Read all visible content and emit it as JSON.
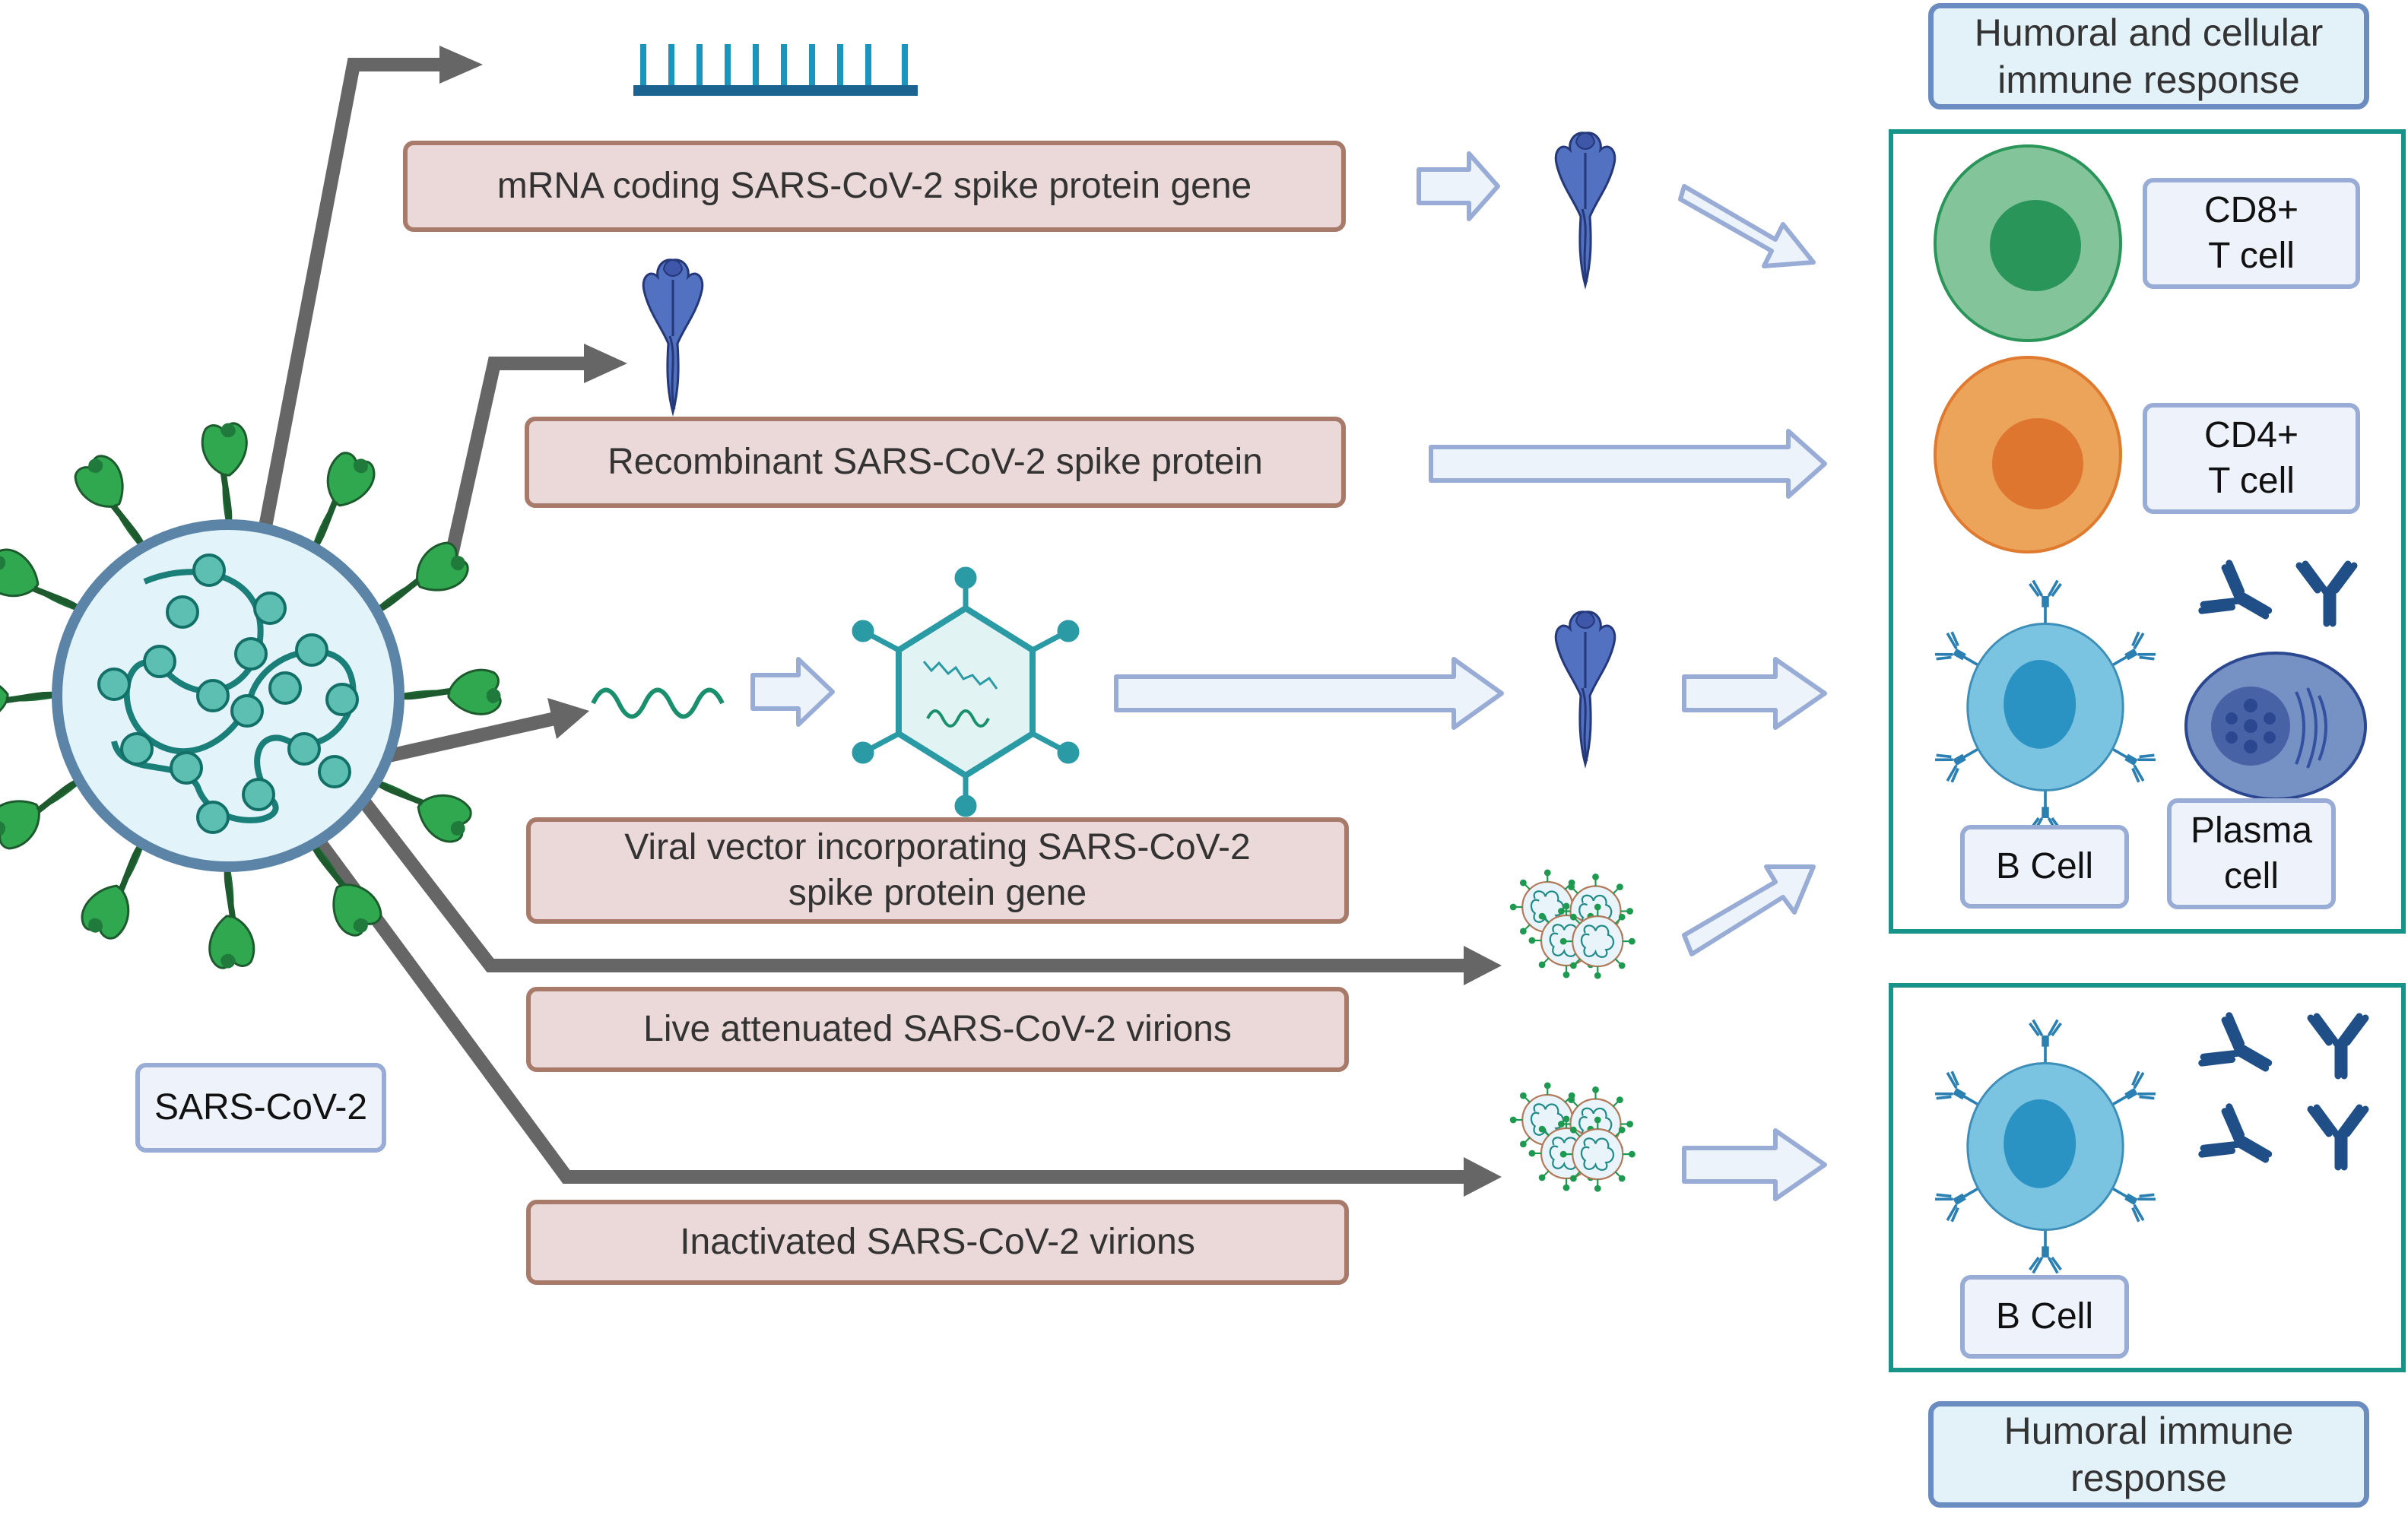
{
  "figure": {
    "source_virus_label": "SARS-CoV-2",
    "vaccine_platforms": [
      {
        "label": "mRNA coding SARS-CoV-2 spike protein gene",
        "icon": "mrna-strand-icon"
      },
      {
        "label": "Recombinant SARS-CoV-2 spike protein",
        "icon": "spike-protein-icon"
      },
      {
        "label": "Viral vector incorporating SARS-CoV-2 spike protein gene",
        "icon": "viral-vector-icon"
      },
      {
        "label": "Live attenuated SARS-CoV-2 virions",
        "icon": "virion-cluster-icon"
      },
      {
        "label": "Inactivated SARS-CoV-2 virions",
        "icon": "virion-cluster-icon"
      }
    ],
    "responses": {
      "humoral_cellular": {
        "title": "Humoral and cellular immune response",
        "cells": [
          {
            "label": "CD8+ T cell",
            "color": "#2a9559"
          },
          {
            "label": "CD4+ T cell",
            "color": "#e0772f"
          },
          {
            "label": "B Cell",
            "color": "#2b93c3"
          },
          {
            "label": "Plasma cell",
            "color": "#4d68ad"
          }
        ]
      },
      "humoral": {
        "title": "Humoral immune response",
        "cells": [
          {
            "label": "B Cell",
            "color": "#2b93c3"
          }
        ]
      }
    },
    "colors": {
      "pathway_arrow": "#666666",
      "response_arrow_fill": "#edf3fb",
      "response_arrow_stroke": "#98acd6",
      "panel_border": "#17938a",
      "spike_green": "#2fa84f",
      "spike_blue": "#4f6fbf",
      "antibody": "#1f4f86"
    }
  }
}
